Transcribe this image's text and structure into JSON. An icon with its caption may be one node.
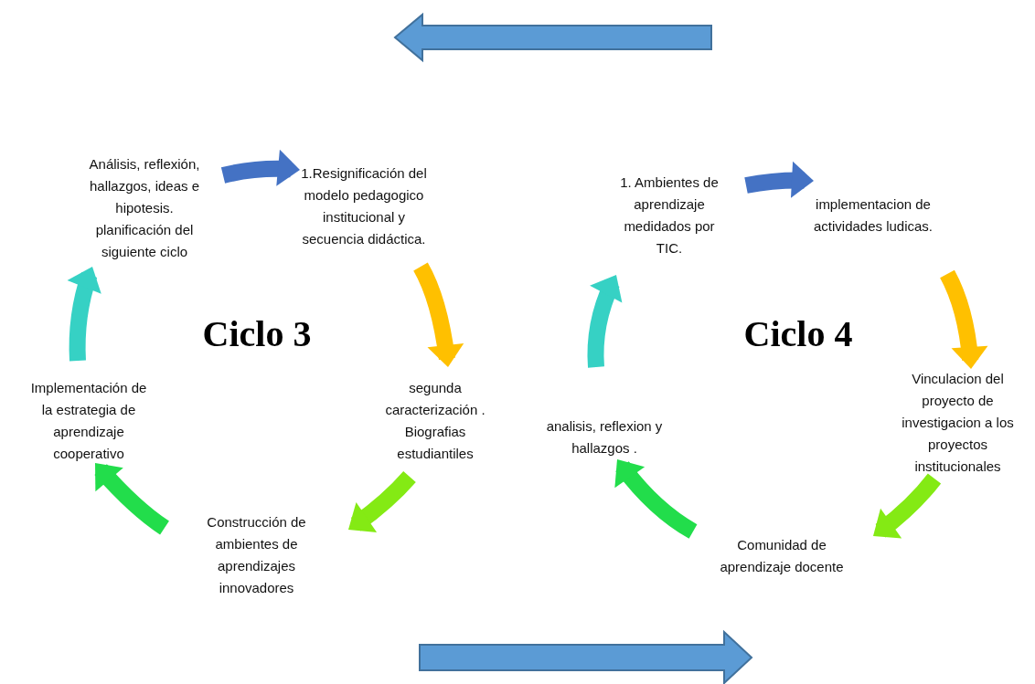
{
  "diagram": {
    "nodes": [
      {
        "text": [
          "Análisis, reflexión, hallazgos, ideas e hipotesis. planificación del siguiente ciclo"
        ]
      },
      {
        "text": [
          "1.Resignificación del modelo pedagogico institucional y secuencia didáctica."
        ]
      },
      {
        "text": [
          "Implementación de la estrategia de aprendizaje cooperativo"
        ]
      },
      {
        "text": [
          "segunda caracterización . Biografias estudiantiles"
        ]
      },
      {
        "text": [
          "Construcción  de ambientes de aprendizajes innovadores"
        ]
      },
      {
        "text": [
          "1. Ambientes  de aprendizaje medidados por TIC."
        ]
      },
      {
        "text": [
          "implementacion de actividades ludicas."
        ]
      },
      {
        "text": [
          "analisis, reflexion y hallazgos ."
        ]
      },
      {
        "text": [
          "Vinculacion del proyecto de investigacion a los proyectos institucionales"
        ]
      },
      {
        "text": [
          "Comunidad de aprendizaje docente"
        ]
      }
    ],
    "edges": [
      {
        "from": 0,
        "to": 1,
        "arrow": "to",
        "color": "#4472c4"
      },
      {
        "from": 1,
        "to": 3,
        "arrow": "to",
        "color": "#ffc000"
      },
      {
        "from": 3,
        "to": 4,
        "arrow": "to",
        "color": "#84ea14"
      },
      {
        "from": 4,
        "to": 2,
        "arrow": "to",
        "color": "#22dd4b"
      },
      {
        "from": 2,
        "to": 0,
        "arrow": "to",
        "color": "#36d1c4"
      },
      {
        "from": 5,
        "to": 6,
        "arrow": "to",
        "color": "#4472c4"
      },
      {
        "from": 6,
        "to": 8,
        "arrow": "to",
        "color": "#ffc000"
      },
      {
        "from": 8,
        "to": 9,
        "arrow": "to",
        "color": "#84ea14"
      },
      {
        "from": 9,
        "to": 7,
        "arrow": "to",
        "color": "#22dd4b"
      },
      {
        "from": 7,
        "to": 5,
        "arrow": "to",
        "color": "#36d1c4"
      }
    ],
    "labels": [
      "Ciclo 3",
      "Ciclo 4"
    ]
  }
}
